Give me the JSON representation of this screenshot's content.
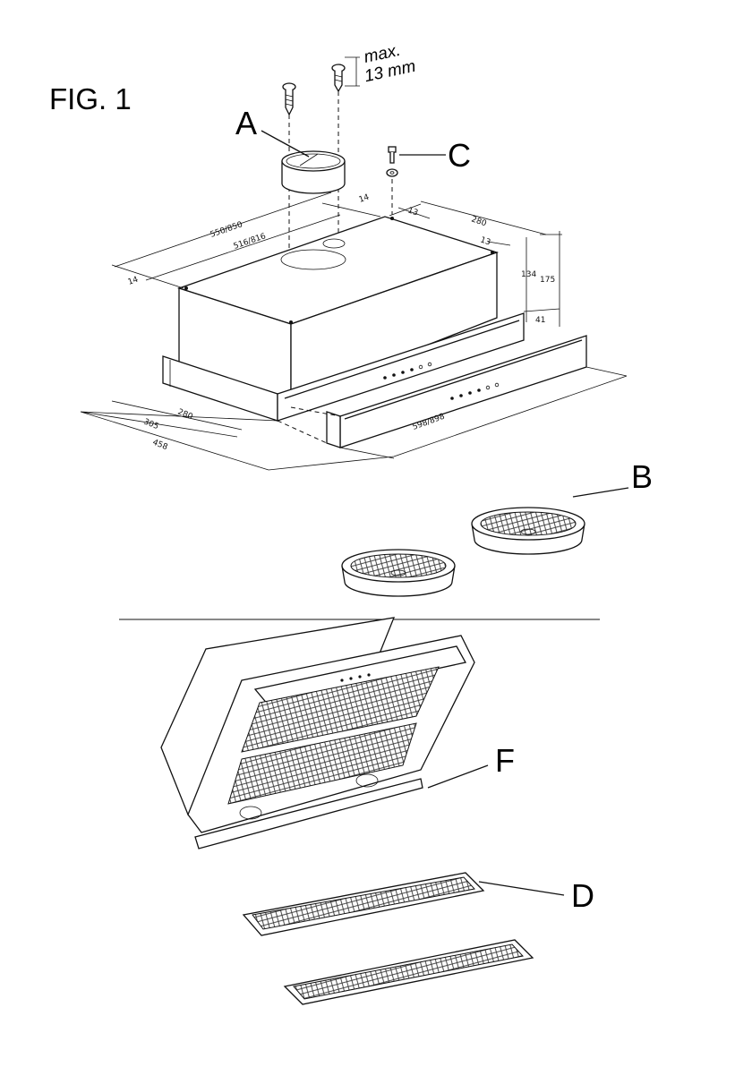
{
  "figure": {
    "title": "FIG. 1",
    "parts": {
      "A": "A",
      "B": "B",
      "C": "C",
      "D": "D",
      "F": "F"
    },
    "screw_note": {
      "line1": "max.",
      "line2": "13 mm"
    },
    "dimensions": {
      "width_outer": "550/850",
      "width_inner": "516/816",
      "offset_left": "14",
      "offset_top": "14",
      "offset_back": "13",
      "depth_top": "280",
      "offset_right": "13",
      "height_body": "134",
      "height_total": "175",
      "height_front": "41",
      "depth_280": "280",
      "depth_305": "305",
      "depth_458": "458",
      "front_width": "598/898"
    }
  }
}
